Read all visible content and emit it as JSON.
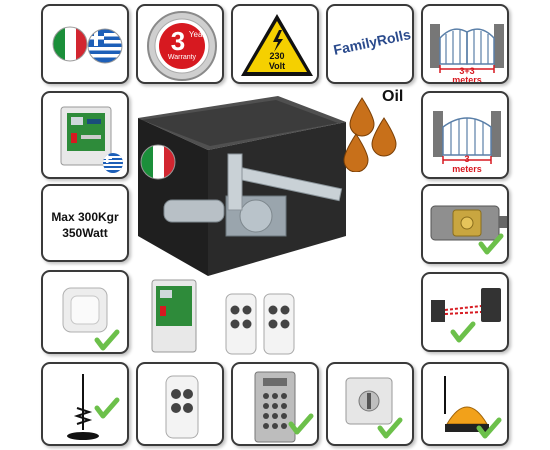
{
  "flags_tile": {
    "flags": [
      "italy-flag",
      "greece-flag"
    ]
  },
  "warranty_badge": {
    "number": "3",
    "label": "Year",
    "word": "Warranty",
    "color": "#d71920"
  },
  "voltage_sign": {
    "value": "230",
    "unit": "Volt",
    "color": "#f5d000"
  },
  "brand_logo": {
    "text": "FamilyRolls"
  },
  "double_gate": {
    "measure": "3+3",
    "unit": "meters"
  },
  "single_gate": {
    "measure": "3",
    "unit": "meters"
  },
  "specs": {
    "weight": "Max 300Kgr",
    "power": "350Watt"
  },
  "oil": {
    "label": "Oil",
    "color": "#c8701a"
  },
  "check_color": "#6cc04a",
  "included_items": [
    "electric-lock",
    "wall-push-button",
    "photocell-sensors",
    "antenna",
    "remote-control",
    "keypad",
    "key-switch",
    "warning-lamp"
  ]
}
